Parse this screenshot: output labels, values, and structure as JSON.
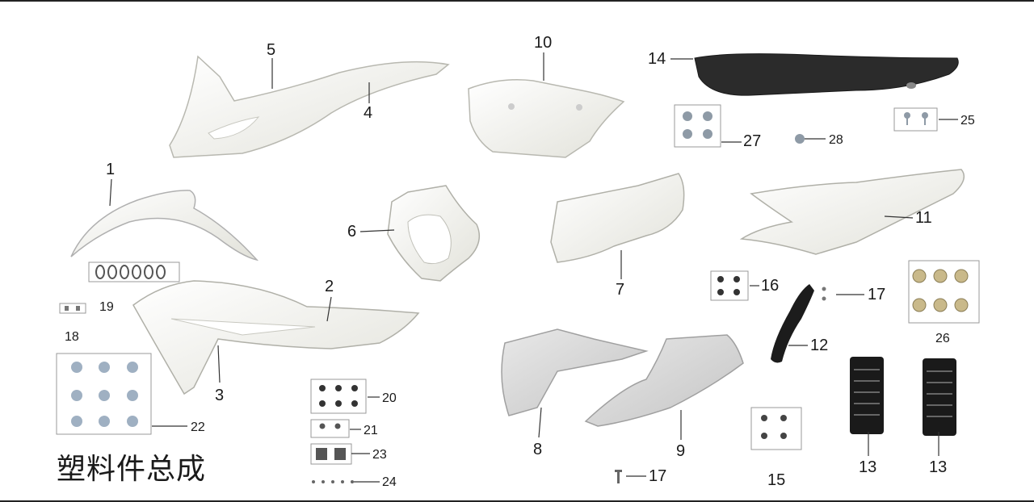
{
  "title": "塑料件总成",
  "callouts": {
    "c1": "1",
    "c2": "2",
    "c3": "3",
    "c4": "4",
    "c5": "5",
    "c6": "6",
    "c7": "7",
    "c8": "8",
    "c9": "9",
    "c10": "10",
    "c11": "11",
    "c12": "12",
    "c13a": "13",
    "c13b": "13",
    "c14": "14",
    "c15": "15",
    "c16": "16",
    "c17a": "17",
    "c17b": "17",
    "c18": "18",
    "c19": "19",
    "c20": "20",
    "c21": "21",
    "c22": "22",
    "c23": "23",
    "c24": "24",
    "c25": "25",
    "c26": "26",
    "c27": "27",
    "c28": "28"
  },
  "colors": {
    "plastic": "#f4f4ef",
    "plastic_shade": "#dcdcd4",
    "seat": "#2b2b2b",
    "outline": "#b8b8b0",
    "hardware": "#8e9aa6",
    "guard": "#1c1c1c"
  }
}
